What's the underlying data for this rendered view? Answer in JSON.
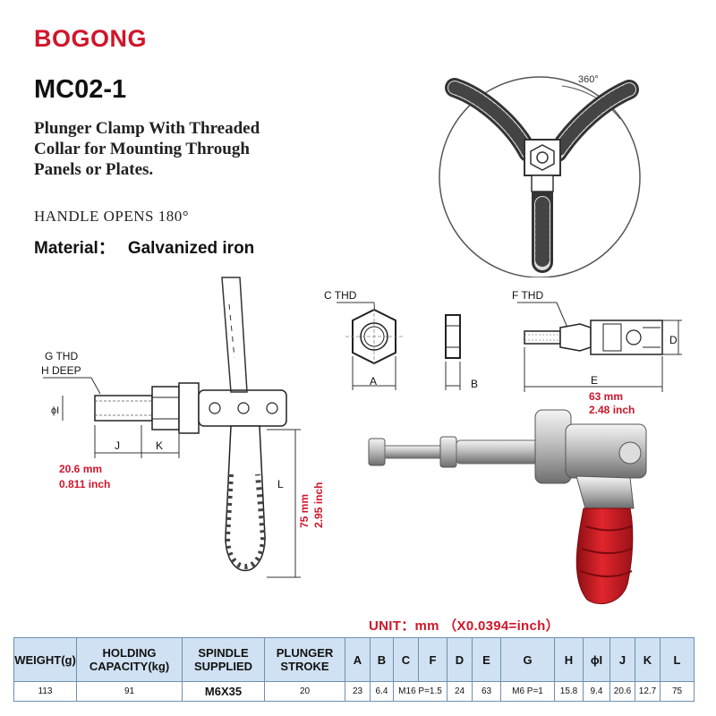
{
  "brand": "BOGONG",
  "model": "MC02-1",
  "description_lines": [
    "Plunger Clamp With Threaded",
    "Collar for Mounting Through",
    "Panels or Plates."
  ],
  "handle_opens": "HANDLE OPENS 180°",
  "material": {
    "label": "Material：",
    "value": "Galvanized iron"
  },
  "drawing_labels": {
    "angle": "360°",
    "c_thd": "C THD",
    "f_thd": "F THD",
    "g_thd": "G THD",
    "h_deep": "H DEEP",
    "phi_i": "ϕI",
    "a": "A",
    "b": "B",
    "e": "E",
    "d": "D",
    "j": "J",
    "k": "K",
    "l": "L"
  },
  "dimensions": {
    "e_mm": "63 mm",
    "e_inch": "2.48 inch",
    "j_mm": "20.6 mm",
    "j_inch": "0.811 inch",
    "l_mm": "75 mm",
    "l_inch": "2.95 inch"
  },
  "unit_note": "UNIT：mm （X0.0394=inch）",
  "table": {
    "headers": [
      [
        "WEIGHT(g)"
      ],
      [
        "HOLDING",
        "CAPACITY(kg)"
      ],
      [
        "SPINDLE",
        "SUPPLIED"
      ],
      [
        "PLUNGER",
        "STROKE"
      ],
      [
        "A"
      ],
      [
        "B"
      ],
      [
        "C"
      ],
      [
        "F"
      ],
      [
        "D"
      ],
      [
        "E"
      ],
      [
        "G"
      ],
      [
        "H"
      ],
      [
        "ϕI"
      ],
      [
        "J"
      ],
      [
        "K"
      ],
      [
        "L"
      ]
    ],
    "row": [
      "113",
      "91",
      "M6X35",
      "20",
      "23",
      "6.4",
      "M16 P=1.5",
      "24",
      "63",
      "M6 P=1",
      "15.8",
      "9.4",
      "20.6",
      "12.7",
      "75"
    ]
  },
  "colors": {
    "brand": "#d0152a",
    "accent_red": "#d0152a",
    "table_header": "#cfe1f2",
    "table_border": "#6f8fb0"
  }
}
